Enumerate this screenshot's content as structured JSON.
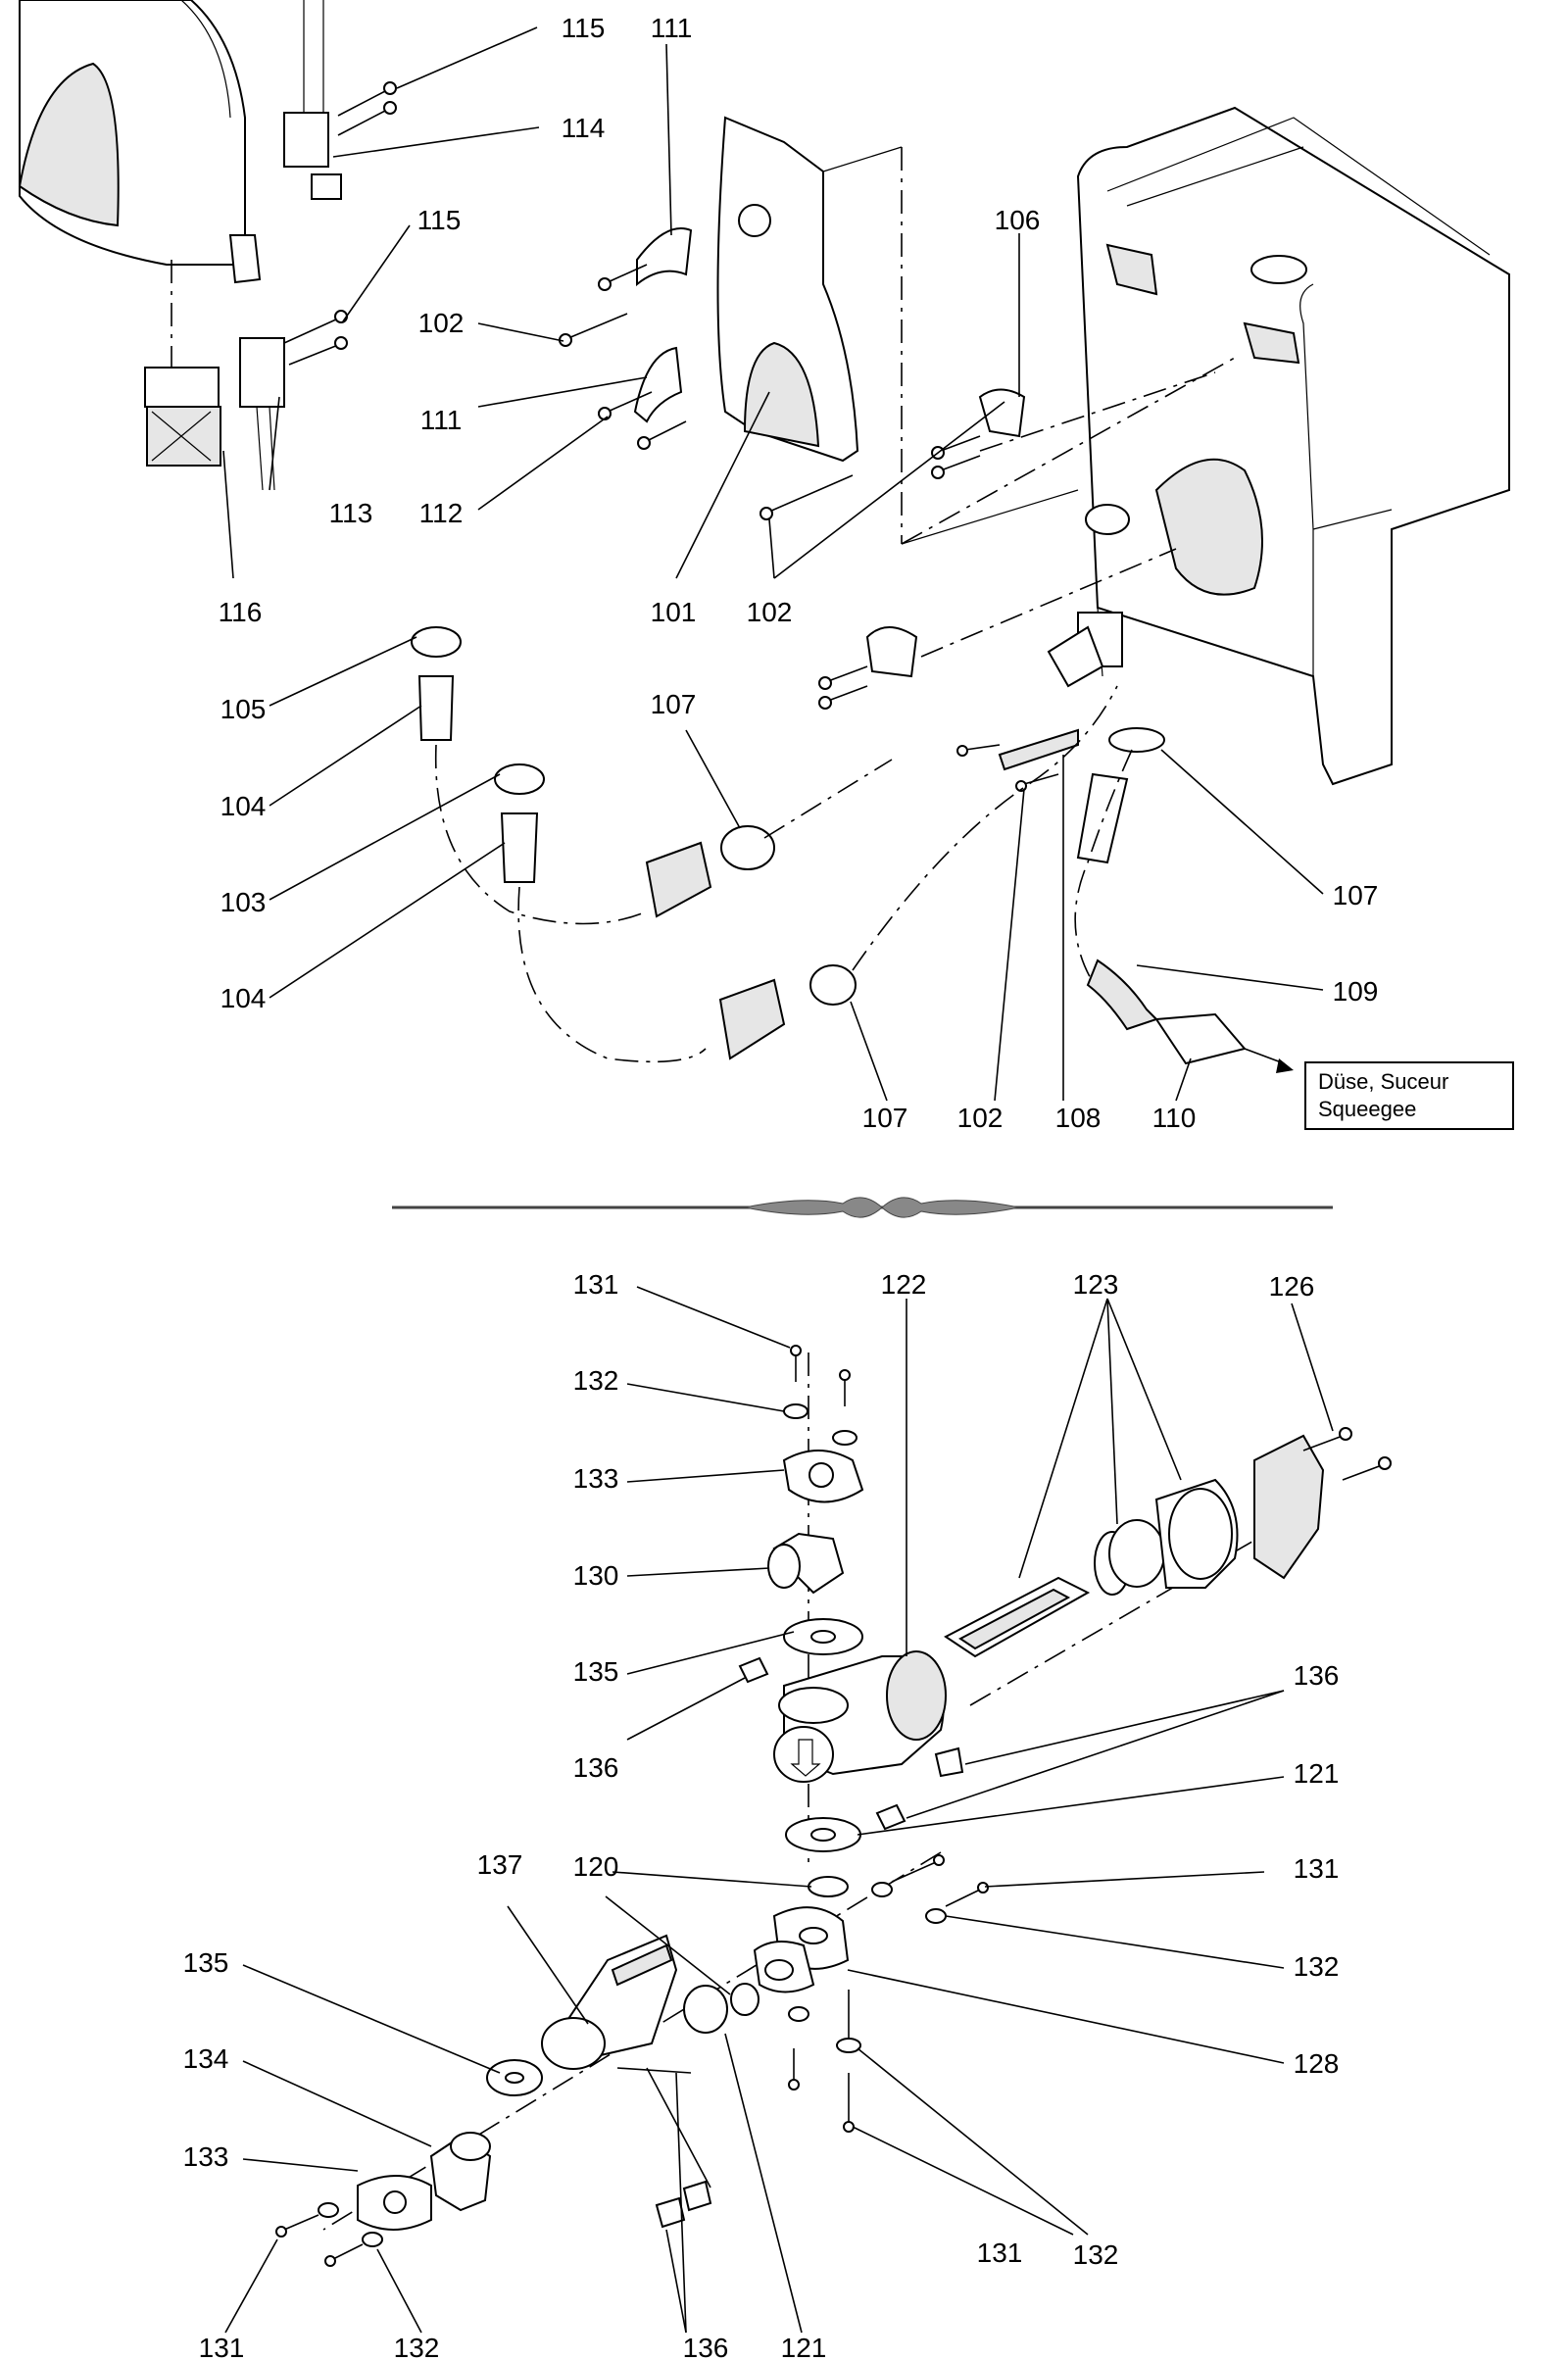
{
  "callouts": [
    {
      "id": "115-a",
      "text": "115"
    },
    {
      "id": "111-a",
      "text": "111"
    },
    {
      "id": "114",
      "text": "114"
    },
    {
      "id": "115-b",
      "text": "115"
    },
    {
      "id": "106",
      "text": "106"
    },
    {
      "id": "102-a",
      "text": "102"
    },
    {
      "id": "111-b",
      "text": "111"
    },
    {
      "id": "113",
      "text": "113"
    },
    {
      "id": "112",
      "text": "112"
    },
    {
      "id": "116",
      "text": "116"
    },
    {
      "id": "101",
      "text": "101"
    },
    {
      "id": "102-b",
      "text": "102"
    },
    {
      "id": "105",
      "text": "105"
    },
    {
      "id": "107-a",
      "text": "107"
    },
    {
      "id": "104-a",
      "text": "104"
    },
    {
      "id": "103",
      "text": "103"
    },
    {
      "id": "107-b",
      "text": "107"
    },
    {
      "id": "104-b",
      "text": "104"
    },
    {
      "id": "109",
      "text": "109"
    },
    {
      "id": "107-c",
      "text": "107"
    },
    {
      "id": "102-c",
      "text": "102"
    },
    {
      "id": "108",
      "text": "108"
    },
    {
      "id": "110",
      "text": "110"
    },
    {
      "id": "131-a",
      "text": "131"
    },
    {
      "id": "122",
      "text": "122"
    },
    {
      "id": "123",
      "text": "123"
    },
    {
      "id": "126",
      "text": "126"
    },
    {
      "id": "132-a",
      "text": "132"
    },
    {
      "id": "133-a",
      "text": "133"
    },
    {
      "id": "130",
      "text": "130"
    },
    {
      "id": "135-a",
      "text": "135"
    },
    {
      "id": "136-a",
      "text": "136"
    },
    {
      "id": "136-b",
      "text": "136"
    },
    {
      "id": "121-a",
      "text": "121"
    },
    {
      "id": "137",
      "text": "137"
    },
    {
      "id": "120",
      "text": "120"
    },
    {
      "id": "131-b",
      "text": "131"
    },
    {
      "id": "135-b",
      "text": "135"
    },
    {
      "id": "132-b",
      "text": "132"
    },
    {
      "id": "134",
      "text": "134"
    },
    {
      "id": "128",
      "text": "128"
    },
    {
      "id": "133-b",
      "text": "133"
    },
    {
      "id": "131-c",
      "text": "131"
    },
    {
      "id": "132-c",
      "text": "132"
    },
    {
      "id": "131-d",
      "text": "131"
    },
    {
      "id": "132-d",
      "text": "132"
    },
    {
      "id": "136-c",
      "text": "136"
    },
    {
      "id": "121-b",
      "text": "121"
    }
  ],
  "note_box": {
    "line1": "Düse, Suceur",
    "line2": "Squeegee"
  }
}
